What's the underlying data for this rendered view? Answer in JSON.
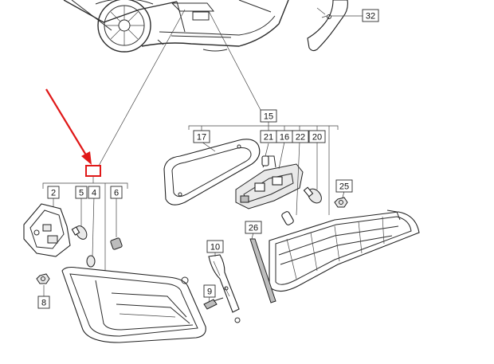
{
  "callouts": [
    {
      "id": "c32",
      "text": "32"
    },
    {
      "id": "c15",
      "text": "15"
    },
    {
      "id": "c17",
      "text": "17"
    },
    {
      "id": "c21",
      "text": "21"
    },
    {
      "id": "c16",
      "text": "16"
    },
    {
      "id": "c22",
      "text": "22"
    },
    {
      "id": "c20",
      "text": "20"
    },
    {
      "id": "c2",
      "text": "2"
    },
    {
      "id": "c5",
      "text": "5"
    },
    {
      "id": "c4",
      "text": "4"
    },
    {
      "id": "c6",
      "text": "6"
    },
    {
      "id": "c25",
      "text": "25"
    },
    {
      "id": "c26",
      "text": "26"
    },
    {
      "id": "c10",
      "text": "10"
    },
    {
      "id": "c9",
      "text": "9"
    },
    {
      "id": "c8",
      "text": "8"
    }
  ],
  "annotation": {
    "color": "#e01818",
    "shape": "arrow-with-highlight-box"
  }
}
